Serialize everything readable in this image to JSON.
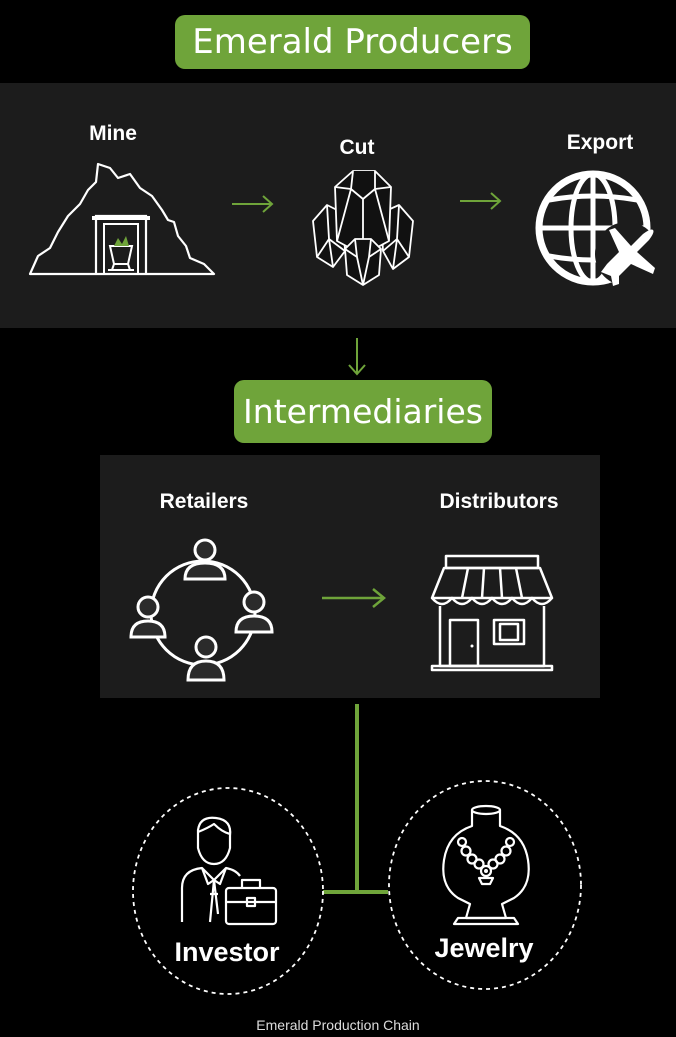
{
  "producers": {
    "title": "Emerald Producers",
    "steps": [
      {
        "label": "Mine",
        "icon": "mine-icon"
      },
      {
        "label": "Cut",
        "icon": "crystal-icon"
      },
      {
        "label": "Export",
        "icon": "globe-plane-icon"
      }
    ]
  },
  "intermediaries": {
    "title": "Intermediaries",
    "steps": [
      {
        "label": "Retailers",
        "icon": "people-network-icon"
      },
      {
        "label": "Distributors",
        "icon": "storefront-icon"
      }
    ]
  },
  "consumers": [
    {
      "label": "Investor",
      "icon": "investor-icon"
    },
    {
      "label": "Jewelry",
      "icon": "necklace-bust-icon"
    }
  ],
  "caption": "Emerald Production Chain",
  "colors": {
    "accent": "#6fa43a",
    "panel": "#1c1c1c",
    "background": "#000000"
  }
}
